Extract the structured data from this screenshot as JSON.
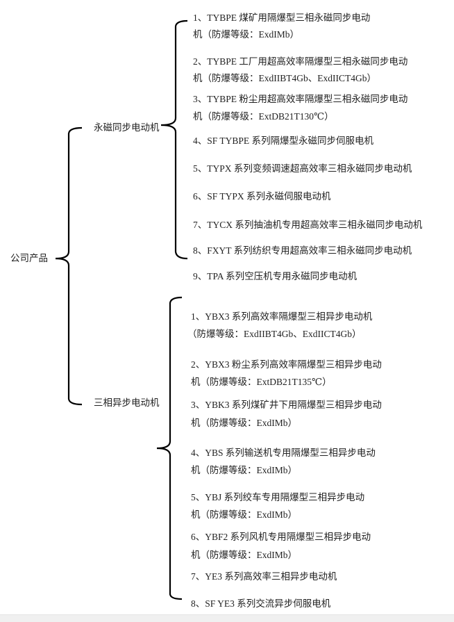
{
  "root": "公司产品",
  "branches": [
    {
      "label": "永磁同步电动机",
      "items": [
        [
          "1、TYBPE 煤矿用隔爆型三相永磁同步电动",
          "机（防爆等级：ExdIMb）"
        ],
        [
          "2、TYBPE 工厂用超高效率隔爆型三相永磁同步电动",
          "机（防爆等级：ExdIIBT4Gb、ExdIICT4Gb）"
        ],
        [
          "3、TYBPE 粉尘用超高效率隔爆型三相永磁同步电动",
          "机（防爆等级：ExtDB21T130℃）"
        ],
        [
          "4、SF TYBPE 系列隔爆型永磁同步伺服电机"
        ],
        [
          "5、TYPX 系列变频调速超高效率三相永磁同步电动机"
        ],
        [
          "6、SF TYPX 系列永磁伺服电动机"
        ],
        [
          "7、TYCX 系列抽油机专用超高效率三相永磁同步电动机"
        ],
        [
          "8、FXYT 系列纺织专用超高效率三相永磁同步电动机"
        ],
        [
          "9、TPA 系列空压机专用永磁同步电动机"
        ]
      ]
    },
    {
      "label": "三相异步电动机",
      "items": [
        [
          "1、YBX3 系列高效率隔爆型三相异步电动机",
          "（防爆等级：ExdIIBT4Gb、ExdIICT4Gb）"
        ],
        [
          "2、YBX3 粉尘系列高效率隔爆型三相异步电动",
          "机（防爆等级：ExtDB21T135℃）"
        ],
        [
          "3、YBK3 系列煤矿井下用隔爆型三相异步电动",
          "机（防爆等级：ExdIMb）"
        ],
        [
          "4、YBS 系列输送机专用隔爆型三相异步电动",
          "机（防爆等级：ExdIMb）"
        ],
        [
          "5、YBJ 系列绞车专用隔爆型三相异步电动",
          "机（防爆等级：ExdIMb）"
        ],
        [
          "6、YBF2 系列风机专用隔爆型三相异步电动",
          "机（防爆等级：ExdIMb）"
        ],
        [
          "7、YE3 系列高效率三相异步电动机"
        ],
        [
          "8、SF YE3 系列交流异步伺服电机"
        ]
      ]
    }
  ]
}
